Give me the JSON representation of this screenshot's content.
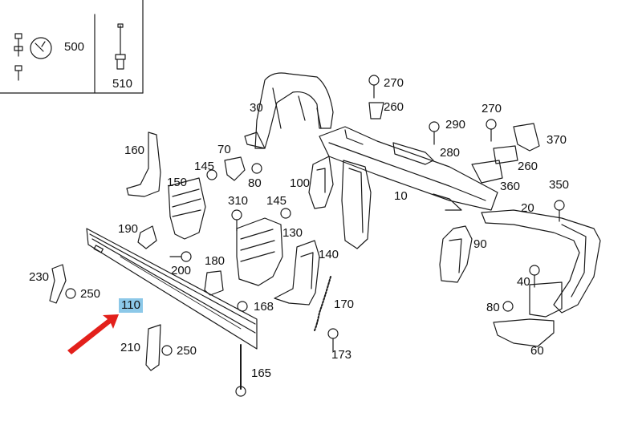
{
  "diagram": {
    "highlight_color": "#8cc8e8",
    "arrow_color": "#e3201b",
    "line_color": "#1a1a1a",
    "inset_labels": [
      "500",
      "510"
    ],
    "part_labels": [
      "30",
      "270",
      "260",
      "270",
      "290",
      "370",
      "280",
      "260",
      "360",
      "10",
      "20",
      "350",
      "160",
      "70",
      "145",
      "80",
      "150",
      "310",
      "145",
      "100",
      "190",
      "130",
      "90",
      "180",
      "140",
      "200",
      "40",
      "230",
      "250",
      "170",
      "168",
      "80",
      "110",
      "210",
      "250",
      "173",
      "60",
      "165"
    ],
    "highlighted_part": "110"
  }
}
